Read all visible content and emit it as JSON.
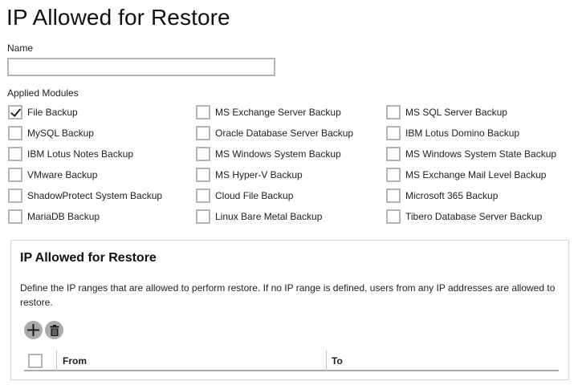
{
  "page": {
    "title": "IP Allowed for Restore"
  },
  "name_field": {
    "label": "Name",
    "value": "",
    "placeholder": ""
  },
  "applied_modules": {
    "label": "Applied Modules",
    "items": [
      {
        "label": "File Backup",
        "checked": true
      },
      {
        "label": "MS Exchange Server Backup",
        "checked": false
      },
      {
        "label": "MS SQL Server Backup",
        "checked": false
      },
      {
        "label": "MySQL Backup",
        "checked": false
      },
      {
        "label": "Oracle Database Server Backup",
        "checked": false
      },
      {
        "label": "IBM Lotus Domino Backup",
        "checked": false
      },
      {
        "label": "IBM Lotus Notes Backup",
        "checked": false
      },
      {
        "label": "MS Windows System Backup",
        "checked": false
      },
      {
        "label": "MS Windows System State Backup",
        "checked": false
      },
      {
        "label": "VMware Backup",
        "checked": false
      },
      {
        "label": "MS Hyper-V Backup",
        "checked": false
      },
      {
        "label": "MS Exchange Mail Level Backup",
        "checked": false
      },
      {
        "label": "ShadowProtect System Backup",
        "checked": false
      },
      {
        "label": "Cloud File Backup",
        "checked": false
      },
      {
        "label": "Microsoft 365 Backup",
        "checked": false
      },
      {
        "label": "MariaDB Backup",
        "checked": false
      },
      {
        "label": "Linux Bare Metal Backup",
        "checked": false
      },
      {
        "label": "Tibero Database Server Backup",
        "checked": false
      }
    ]
  },
  "ip_panel": {
    "title": "IP Allowed for Restore",
    "description": "Define the IP ranges that are allowed to perform restore. If no IP range is defined, users from any IP addresses are allowed to restore.",
    "toolbar": {
      "add_icon": "plus-icon",
      "delete_icon": "trash-icon"
    },
    "table": {
      "columns": [
        "From",
        "To"
      ],
      "rows": []
    }
  },
  "colors": {
    "checkbox_border": "#b3b3b3",
    "icon_button_bg": "#aaaaaa",
    "panel_border": "#d6d6d6"
  }
}
